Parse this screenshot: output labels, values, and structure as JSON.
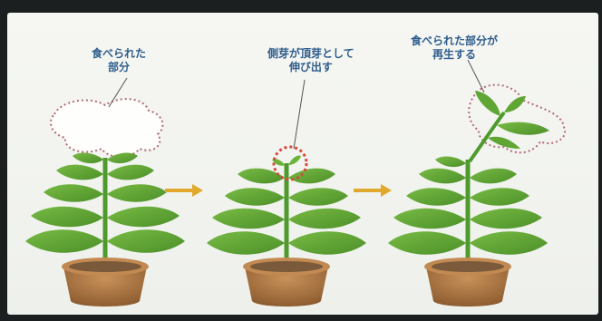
{
  "captions": {
    "eaten_part": "食べられた\n部分",
    "lateral_bud": "側芽が頂芽として\n伸び出す",
    "regrown_part": "食べられた部分が\n再生する"
  },
  "colors": {
    "caption_text": "#2f5d8c",
    "leaf_fill": "#5fa634",
    "leaf_dark": "#3f7f1f",
    "stem": "#4f9a2c",
    "pot": "#b07a42",
    "pot_rim": "#c28a52",
    "soil": "#7a5a3a",
    "arrow": "#e0a92e",
    "dotted_outline": "#b36b74",
    "highlight_circle": "#d64b3c"
  }
}
